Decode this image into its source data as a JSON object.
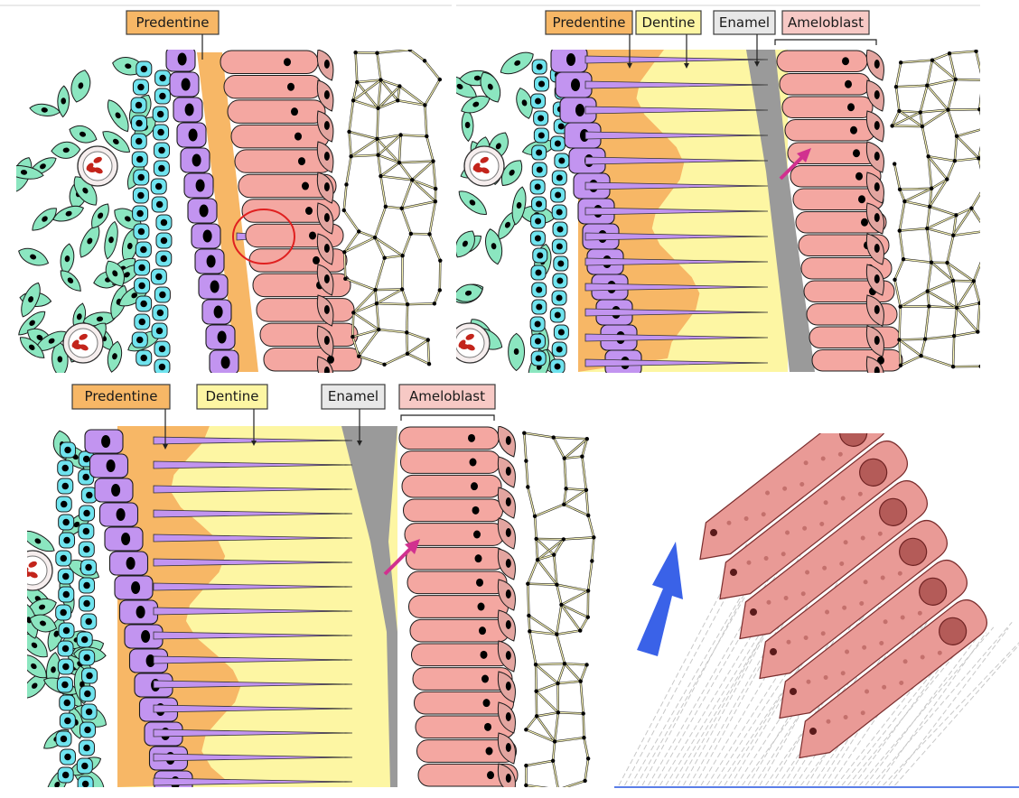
{
  "panels": [
    {
      "id": "panel-1",
      "labels": [
        "Predentine"
      ]
    },
    {
      "id": "panel-2",
      "labels": [
        "Predentine",
        "Dentine",
        "Enamel",
        "Ameloblast"
      ]
    },
    {
      "id": "panel-3",
      "labels": [
        "Predentine",
        "Dentine",
        "Enamel",
        "Ameloblast"
      ]
    },
    {
      "id": "panel-4",
      "labels": []
    }
  ],
  "colors": {
    "predentine": "#f7b766",
    "dentine": "#fdf6a3",
    "enamel": "#9a9a9a",
    "ameloblast": "#f4a7a1",
    "odontoblast": "#c294f0",
    "stratum_cells": "#6fe3ee",
    "mesenchyme": "#8be6c0",
    "blood_cell": "#c3241b",
    "reticulum": "#f9f5b5",
    "arrow_magenta": "#d1318f",
    "arrow_blue": "#3a62e8",
    "nucleus": "#000000"
  },
  "icons": [
    "red-circle-highlight",
    "magenta-arrow",
    "blue-arrow"
  ]
}
